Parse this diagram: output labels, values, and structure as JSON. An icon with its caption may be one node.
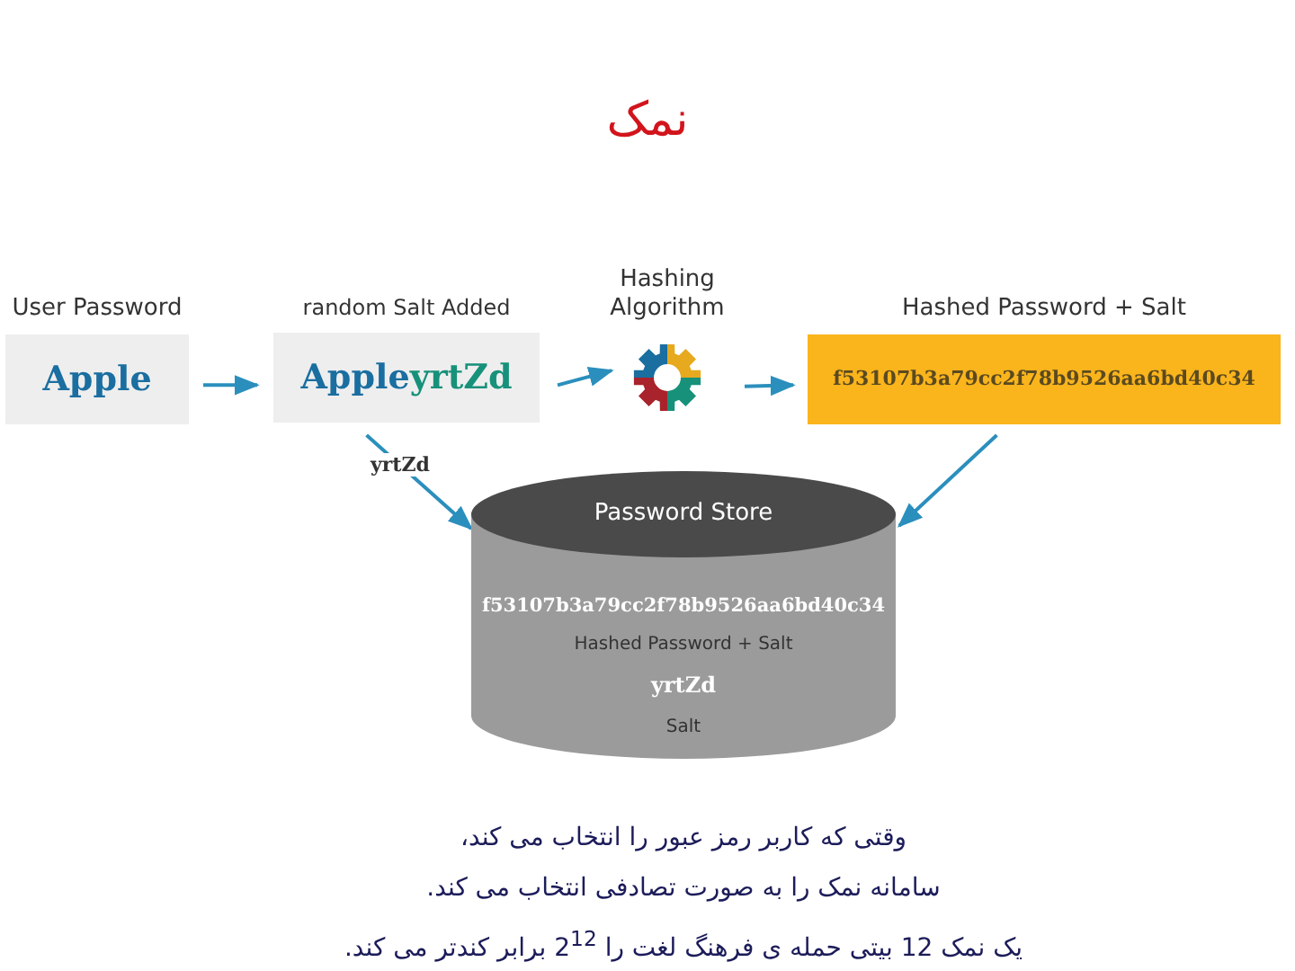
{
  "diagram": {
    "title": "نمک",
    "nodes": [
      {
        "text": [
          "User Password",
          "Apple"
        ]
      },
      {
        "text": [
          "random Salt Added",
          "AppleyrtZd"
        ]
      },
      {
        "text": [
          "Hashing Algorithm"
        ]
      },
      {
        "text": [
          "Hashed Password + Salt",
          "f53107b3a79cc2f78b9526aa6bd40c34"
        ]
      },
      {
        "text": [
          "Password Store",
          "f53107b3a79cc2f78b9526aa6bd40c34",
          "Hashed Password + Salt",
          "yrtZd",
          "Salt"
        ]
      }
    ],
    "edges": [
      {
        "from": 0,
        "to": 1,
        "arrow": "to"
      },
      {
        "from": 1,
        "to": 2,
        "arrow": "to"
      },
      {
        "from": 2,
        "to": 3,
        "arrow": "to"
      },
      {
        "from": 1,
        "to": 4,
        "arrow": "to",
        "label": "yrtZd"
      },
      {
        "from": 3,
        "to": 4,
        "arrow": "to"
      }
    ],
    "labels": [
      "وقتی که کاربر رمز عبور را انتخاب می کند،",
      "سامانه نمک را به صورت تصادفی انتخاب می کند.",
      "یک نمک 12 بیتی حمله ی فرهنگ لغت را 2$^{12}$ برابر کندتر می کند."
    ]
  }
}
